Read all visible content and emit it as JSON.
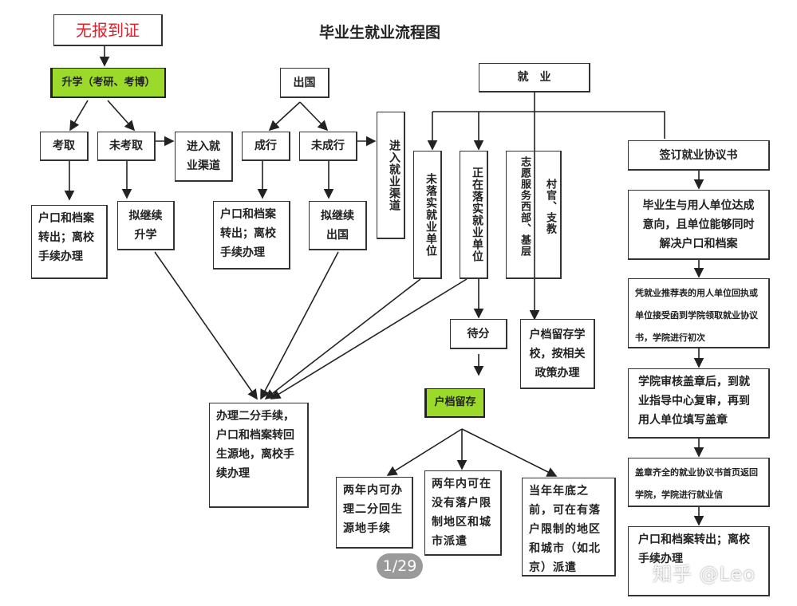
{
  "title": "毕业生就业流程图",
  "colors": {
    "highlight": "#9bd92a",
    "warning_text": "#e0202a"
  },
  "nodes": {
    "no_report": "无报到证",
    "further_study": "升学（考研、考博）",
    "abroad": "出国",
    "employment": "就　业",
    "admitted": "考取",
    "not_admitted": "未考取",
    "enter_job_channel_1": "进入就业渠道",
    "went_abroad": "成行",
    "not_went_abroad": "未成行",
    "enter_job_channel_2": "进入就业渠道",
    "transfer_out_1": "户口和档案转出；离校手续办理",
    "continue_study": "拟继续升学",
    "transfer_out_2": "户口和档案转出；离校手续办理",
    "continue_abroad": "拟继续出国",
    "no_employer": "未落实就业单位",
    "pending_employer": "正在落实就业单位",
    "volunteer_west": "志愿服务西部、基层",
    "village_teacher": "村官、支教",
    "sign_agreement": "签订就业协议书",
    "agreement_step1": "毕业生与用人单位达成意向，且单位能够同时解决户口和档案",
    "agreement_step2": "凭就业推荐表的用人单位回执或单位接受函到学院领取就业协议书，学院进行初次",
    "agreement_step3": "学院审核盖章后，到就业指导中心复审，再到用人单位填写盖章",
    "agreement_step4": "盖章齐全的就业协议书首页返回学院，学院进行就业信",
    "agreement_step5": "户口和档案转出；离校手续办理",
    "await_assignment": "待分",
    "keep_at_school": "户档留存学校，按相关政策办理",
    "keep_records": "户档留存",
    "return_origin": "办理二分手续，户口和档案转回生源地，离校手续办理",
    "option_two_years_return": "两年内可办理二分回生源地手续",
    "option_two_years_unrestricted": "两年内可在没有落户限制地区和城市派遣",
    "option_year_end": "当年年底之前，可在有落户限制的地区和城市（如北京）派遣"
  },
  "viewer": {
    "page_indicator": "1/29",
    "watermark": "知乎 @Leo"
  }
}
